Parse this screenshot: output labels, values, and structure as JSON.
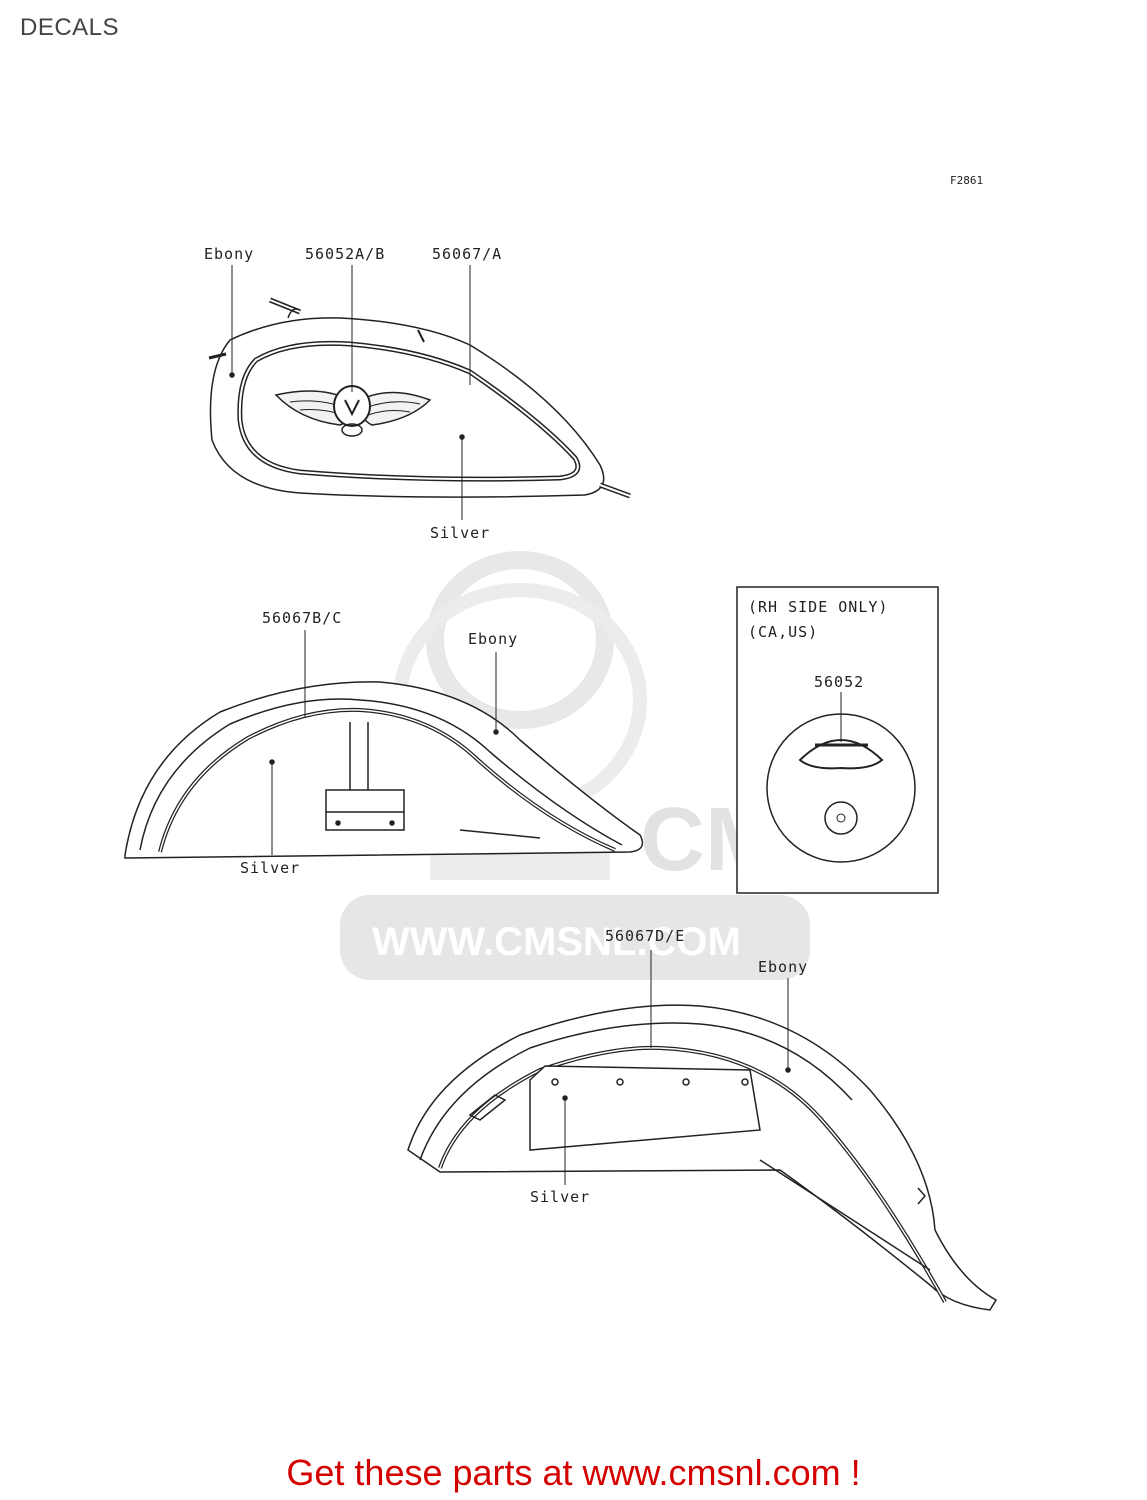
{
  "page": {
    "title": "DECALS"
  },
  "diagram": {
    "figure_code": "F2861",
    "tank": {
      "label_ebony": "Ebony",
      "label_emblem": "56052A/B",
      "label_stripe": "56067/A",
      "label_silver": "Silver"
    },
    "front_fender": {
      "label_stripe": "56067B/C",
      "label_ebony": "Ebony",
      "label_silver": "Silver"
    },
    "inset": {
      "note_line1": "(RH SIDE ONLY)",
      "note_line2": "(CA,US)",
      "label_part": "56052"
    },
    "rear_fender": {
      "label_stripe": "56067D/E",
      "label_ebony": "Ebony",
      "label_silver": "Silver"
    }
  },
  "watermark": {
    "url_text": "WWW.CMSNL.COM",
    "logo_text": "CMS"
  },
  "footer": {
    "text": "Get these parts at www.cmsnl.com !"
  },
  "colors": {
    "footer": "#d40000",
    "watermark": "#e6e6e6",
    "line": "#222222"
  }
}
